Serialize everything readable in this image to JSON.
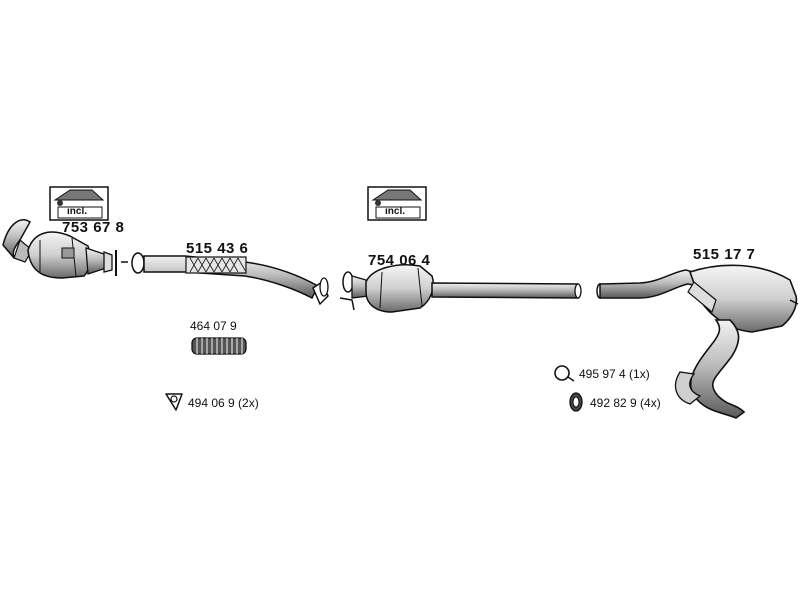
{
  "parts": {
    "catalytic_converter_front": "753 67 8",
    "front_pipe": "515 43 6",
    "catalytic_converter_mid": "754 06 4",
    "rear_silencer": "515 17 7",
    "flex_pipe": "464 07 9"
  },
  "kits": {
    "front_kit_label": "incl.",
    "mid_kit_label": "incl."
  },
  "accessories": {
    "gasket": "494 06 9 (2x)",
    "clamp_ring": "495 97 4 (1x)",
    "rubber_mount": "492 82 9 (4x)"
  },
  "colors": {
    "line": "#111111",
    "shade": "#8a8a8a",
    "light": "#d8d8d8"
  }
}
